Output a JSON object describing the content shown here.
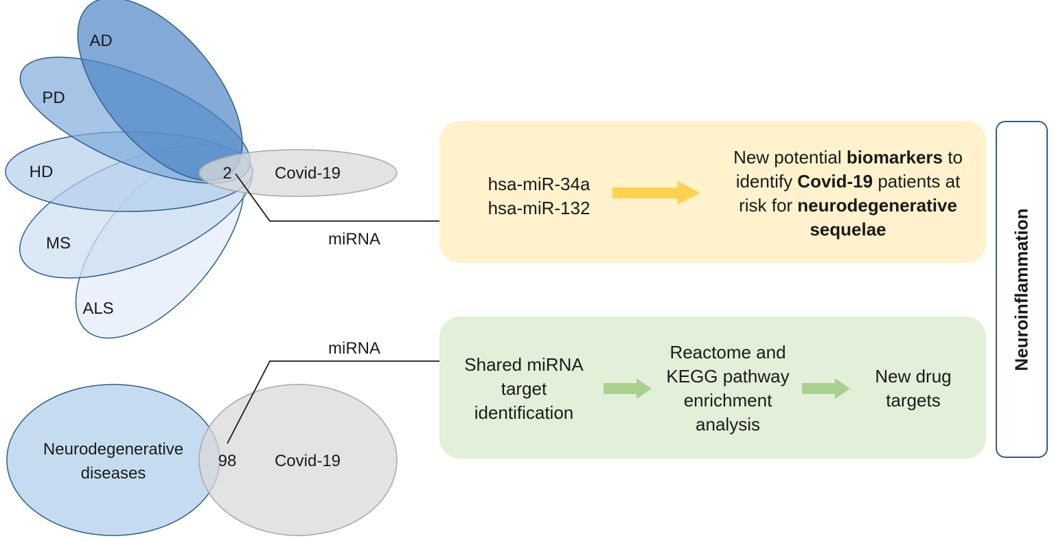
{
  "venn_top": {
    "diseases": [
      "AD",
      "PD",
      "HD",
      "MS",
      "ALS"
    ],
    "covid_label": "Covid-19",
    "overlap_count": "2",
    "connector_label": "miRNA"
  },
  "venn_bottom": {
    "left_label_line1": "Neurodegenerative",
    "left_label_line2": "diseases",
    "right_label": "Covid-19",
    "overlap_count": "98",
    "connector_label": "miRNA"
  },
  "panel_top": {
    "mirna_1": "hsa-miR-34a",
    "mirna_2": "hsa-miR-132",
    "outcome": {
      "p1": "New potential ",
      "b1": "biomarkers",
      "p2": " to identify ",
      "b2": "Covid-19",
      "p3": " patients at risk for ",
      "b3": "neurodegenerative sequelae"
    }
  },
  "panel_bottom": {
    "step1": "Shared miRNA target identification",
    "step2": "Reactome and KEGG pathway enrichment analysis",
    "step3": "New drug targets"
  },
  "side_label": "Neuroinflammation",
  "colors": {
    "blue_border": "#2e5c8a",
    "yellow_panel": "#fff2cc",
    "yellow_arrow": "#ffd24d",
    "green_panel": "#e2efd9",
    "green_arrow": "#a9d18e",
    "gray_ellipse": "#d9d9d9"
  }
}
